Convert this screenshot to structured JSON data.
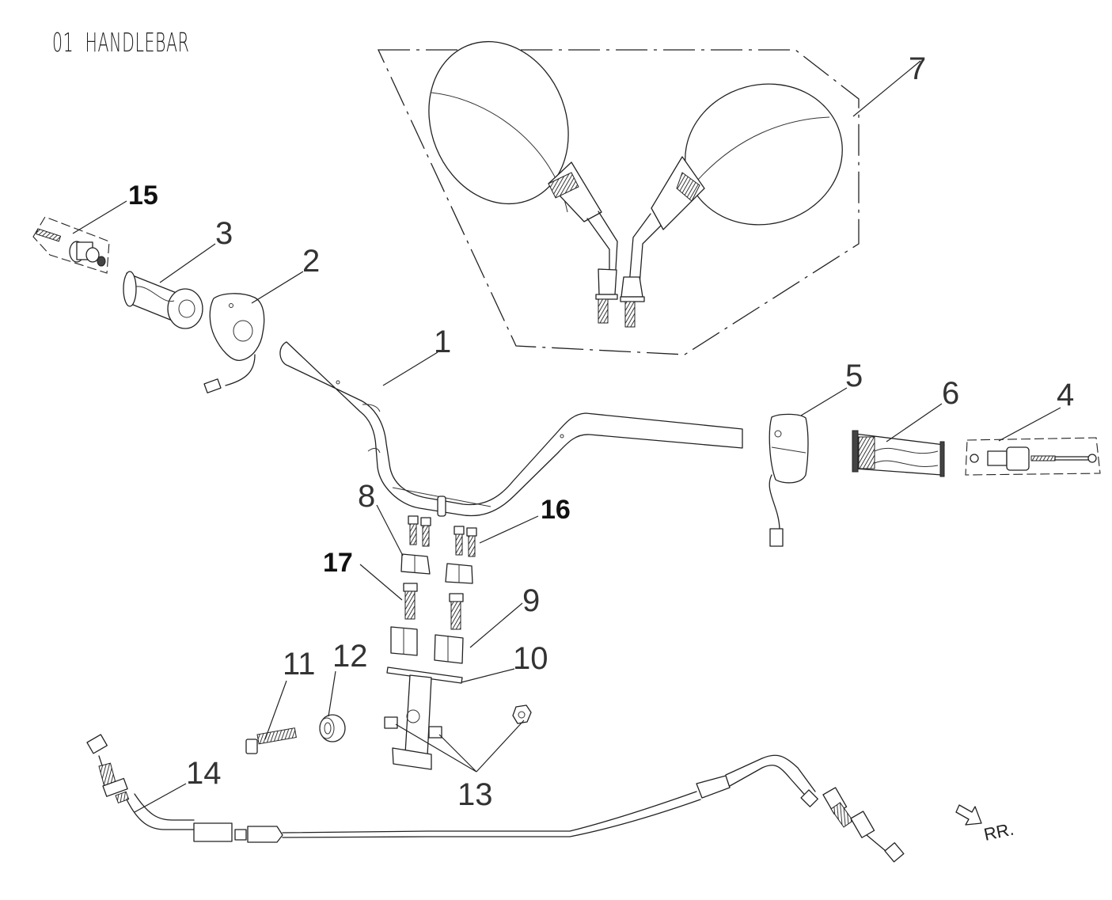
{
  "diagram": {
    "title": "01  HANDLEBAR",
    "direction_marker": "RR.",
    "callouts": [
      {
        "id": "1",
        "part": "handlebar"
      },
      {
        "id": "2",
        "part": "left-switch-housing"
      },
      {
        "id": "3",
        "part": "throttle-grip"
      },
      {
        "id": "4",
        "part": "right-bar-end-weight-assembly"
      },
      {
        "id": "5",
        "part": "right-switch-housing"
      },
      {
        "id": "6",
        "part": "left-grip"
      },
      {
        "id": "7",
        "part": "mirror-set"
      },
      {
        "id": "8",
        "part": "upper-handlebar-clamp"
      },
      {
        "id": "9",
        "part": "lower-handlebar-clamp"
      },
      {
        "id": "10",
        "part": "riser-plate"
      },
      {
        "id": "11",
        "part": "flange-bolt"
      },
      {
        "id": "12",
        "part": "bushing"
      },
      {
        "id": "13",
        "part": "nuts"
      },
      {
        "id": "14",
        "part": "throttle-cable"
      },
      {
        "id": "15",
        "part": "left-bar-end-weight-assembly"
      },
      {
        "id": "16",
        "part": "clamp-bolts"
      },
      {
        "id": "17",
        "part": "riser-bolts"
      }
    ]
  }
}
